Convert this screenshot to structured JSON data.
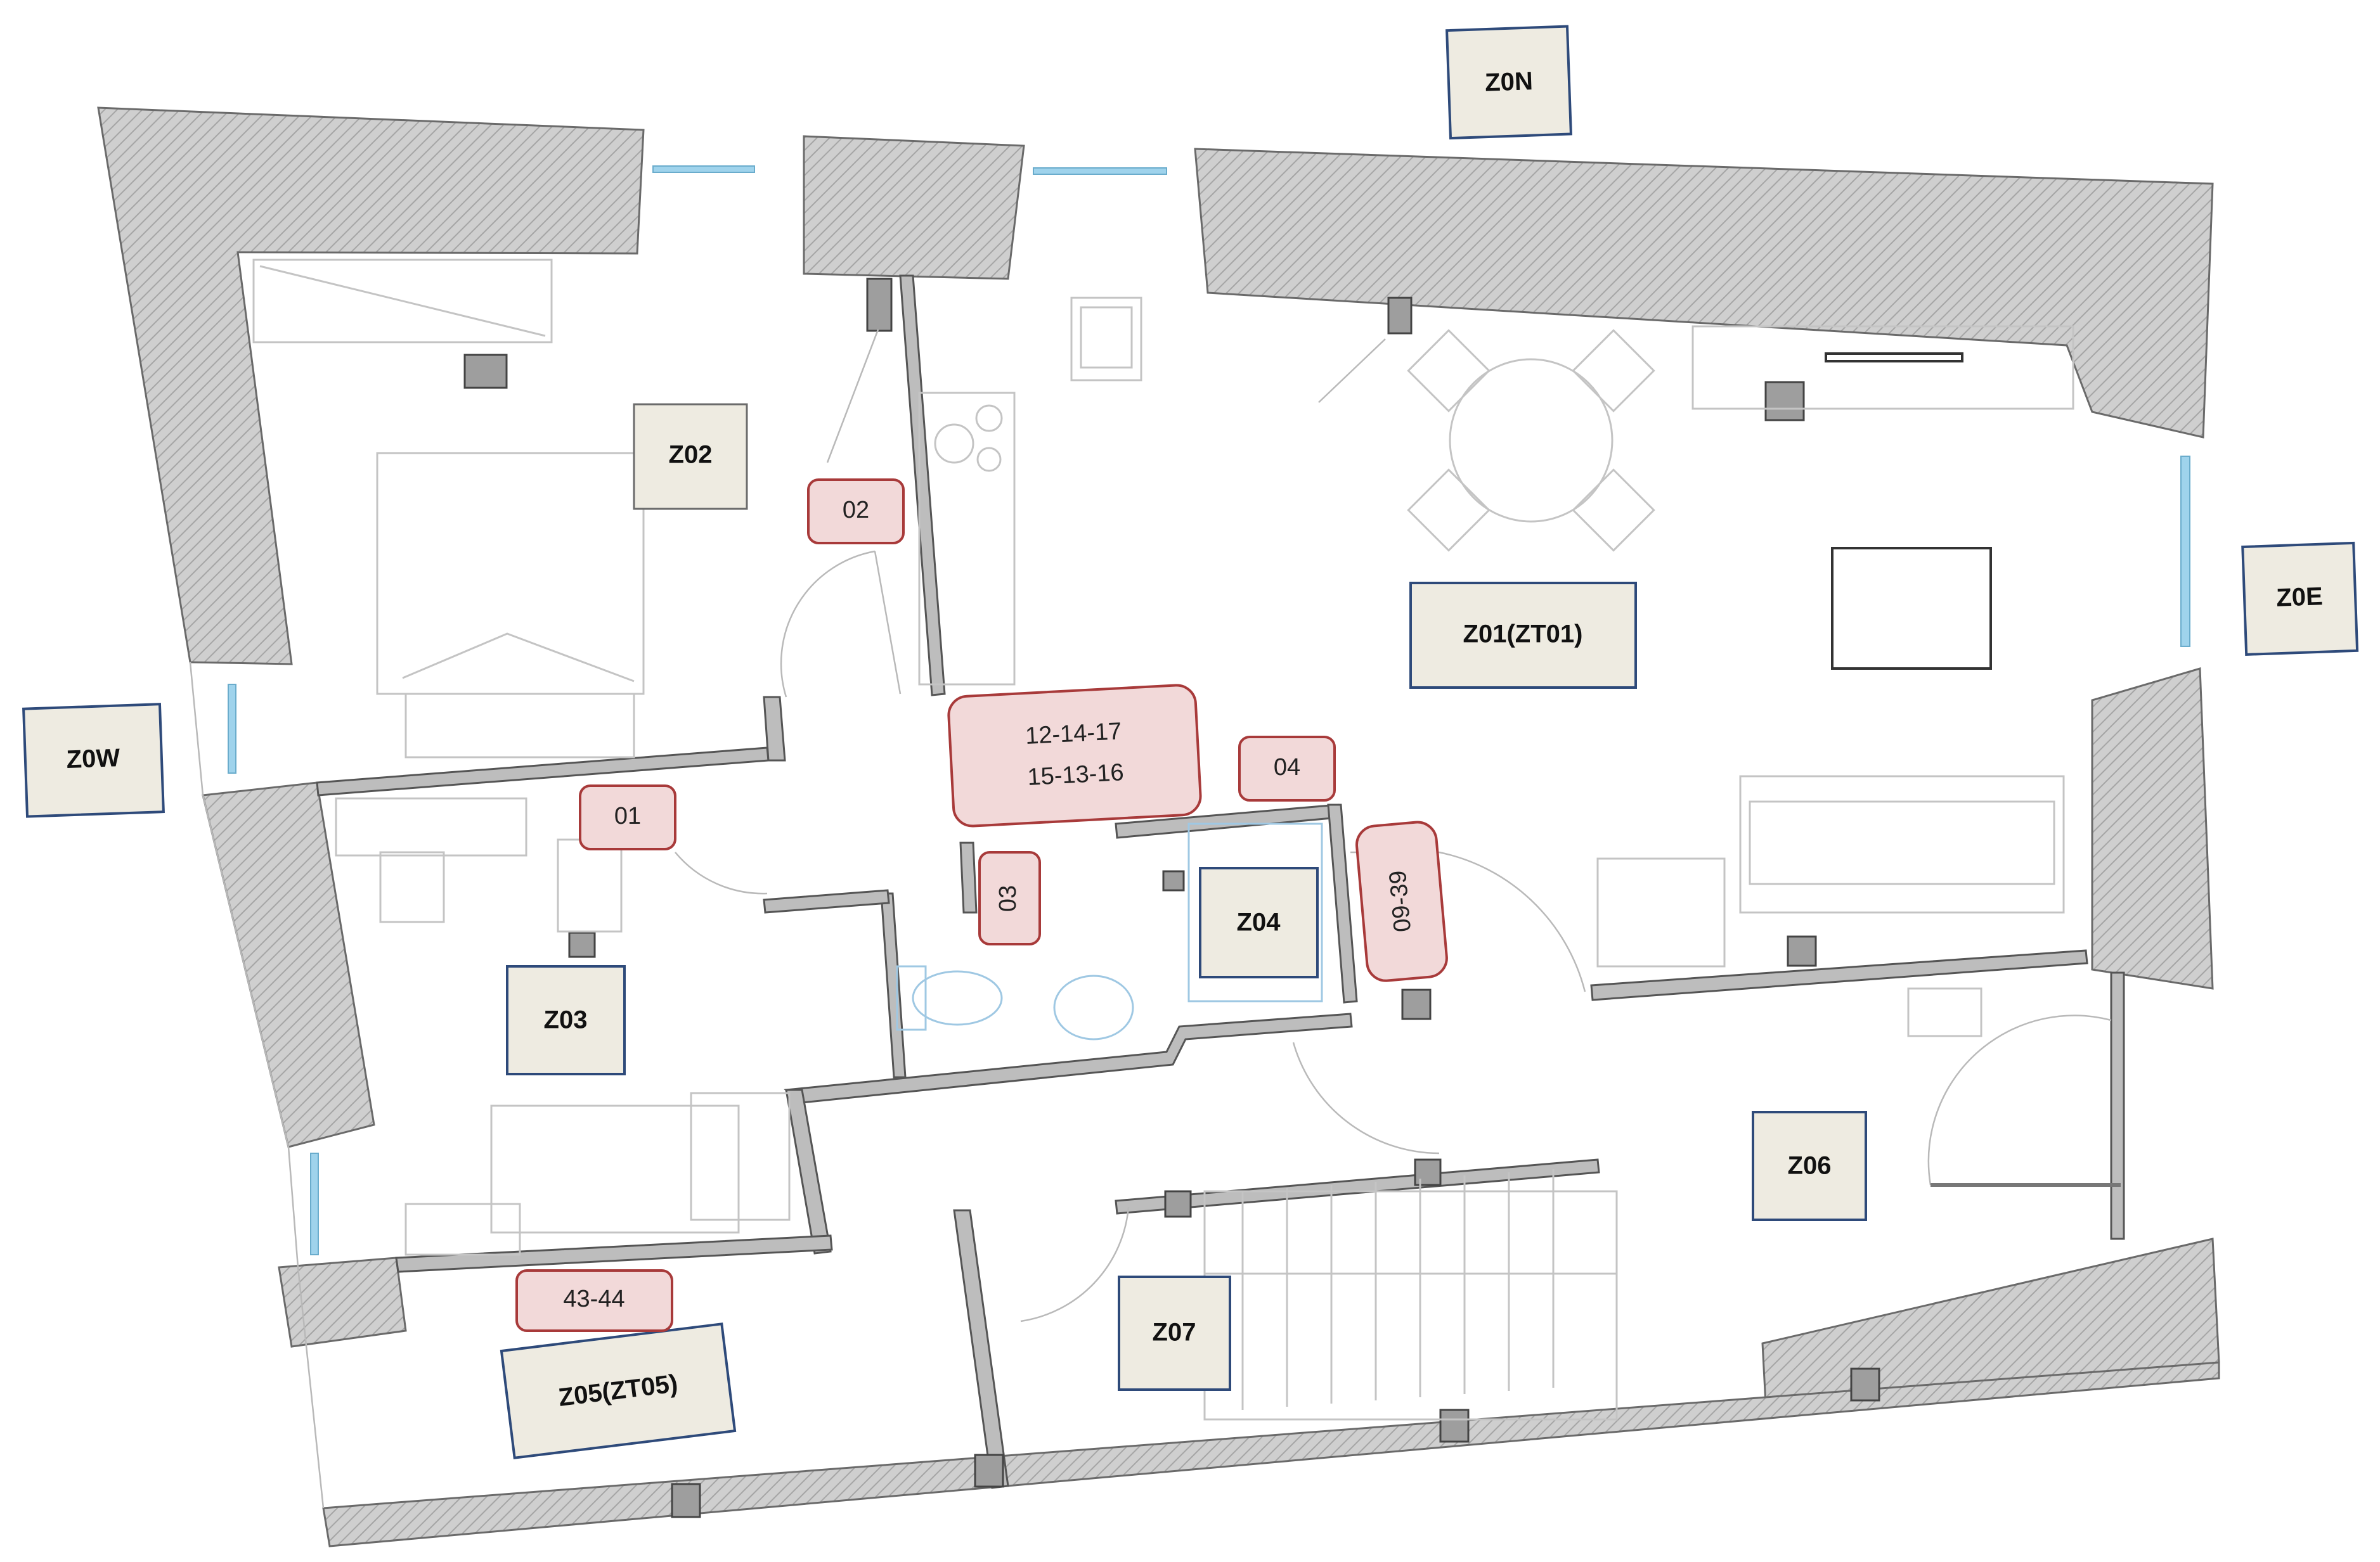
{
  "zones": {
    "z0n": "Z0N",
    "z0e": "Z0E",
    "z0w": "Z0W",
    "z01": "Z01(ZT01)",
    "z02": "Z02",
    "z03": "Z03",
    "z04": "Z04",
    "z05": "Z05(ZT05)",
    "z06": "Z06",
    "z07": "Z07"
  },
  "markers": {
    "m01": "01",
    "m02": "02",
    "m03": "03",
    "m04": "04",
    "m0939": "09-39",
    "m4344": "43-44",
    "group_line1": "12-14-17",
    "group_line2": "15-13-16"
  },
  "colors": {
    "zone_fill": "#eeebe1",
    "zone_border": "#2e4a7a",
    "marker_fill": "#f2d9d9",
    "marker_border": "#a83a3a",
    "wall_hatch": "#c8c8c8",
    "window_glass": "#9fd3ec"
  }
}
